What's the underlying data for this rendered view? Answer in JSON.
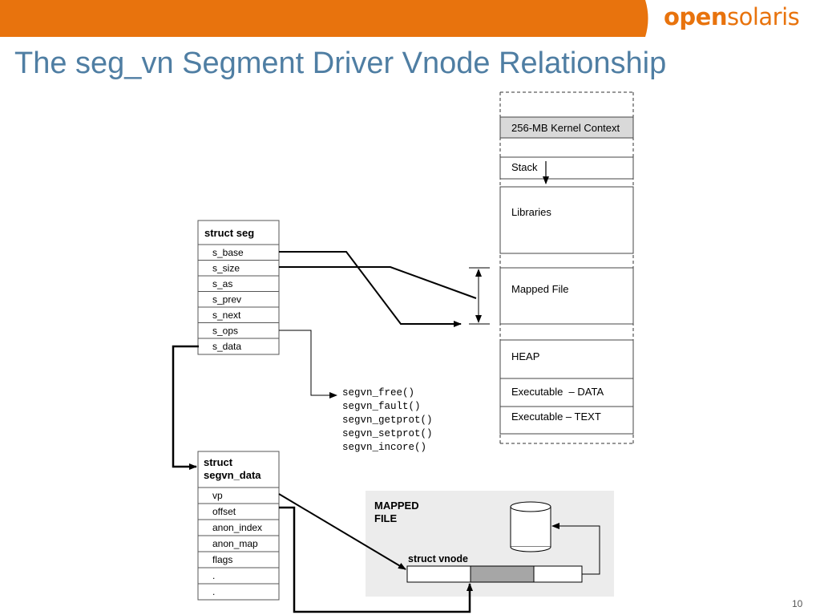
{
  "header": {
    "logo_part1": "open",
    "logo_part2": "solaris"
  },
  "title": "The seg_vn Segment Driver Vnode Relationship",
  "page_number": "10",
  "struct_seg": {
    "header": "struct seg",
    "fields": [
      "s_base",
      "s_size",
      "s_as",
      "s_prev",
      "s_next",
      "s_ops",
      "s_data"
    ]
  },
  "ops_functions": [
    "segvn_free()",
    "segvn_fault()",
    "segvn_getprot()",
    "segvn_setprot()",
    "segvn_incore()"
  ],
  "struct_segvn_data": {
    "header_line1": "struct",
    "header_line2": "segvn_data",
    "fields": [
      "vp",
      "offset",
      "anon_index",
      "anon_map",
      "flags",
      ".",
      "."
    ]
  },
  "address_space": {
    "regions": [
      "256-MB Kernel Context",
      "Stack",
      "Libraries",
      "Mapped File",
      "HEAP",
      "Executable  – DATA",
      "Executable – TEXT"
    ]
  },
  "mapped_file_panel": {
    "label_line1": "MAPPED",
    "label_line2": "FILE",
    "vnode_label": "struct vnode"
  },
  "colors": {
    "top_bar": "#e8730d",
    "title": "#4f7ea3",
    "kernel_context_fill": "#d9d9d9",
    "panel_fill": "#ececec",
    "vnode_mid_fill": "#a6a6a6"
  }
}
